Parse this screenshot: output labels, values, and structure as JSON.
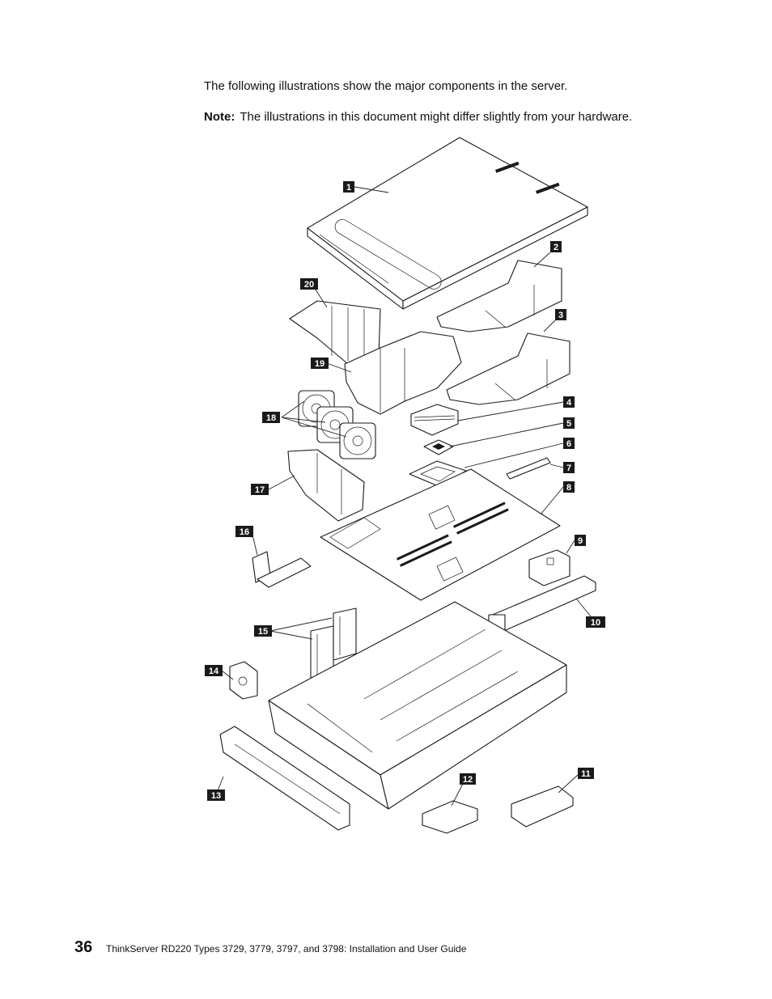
{
  "intro_text": "The following illustrations show the major components in the server.",
  "note": {
    "label": "Note:",
    "text": "The illustrations in this document might differ slightly from your hardware."
  },
  "callouts": [
    "1",
    "2",
    "3",
    "4",
    "5",
    "6",
    "7",
    "8",
    "9",
    "10",
    "11",
    "12",
    "13",
    "14",
    "15",
    "16",
    "17",
    "18",
    "19",
    "20"
  ],
  "footer": {
    "page_number": "36",
    "title": "ThinkServer RD220 Types 3729, 3779, 3797, and 3798:  Installation and User Guide"
  }
}
